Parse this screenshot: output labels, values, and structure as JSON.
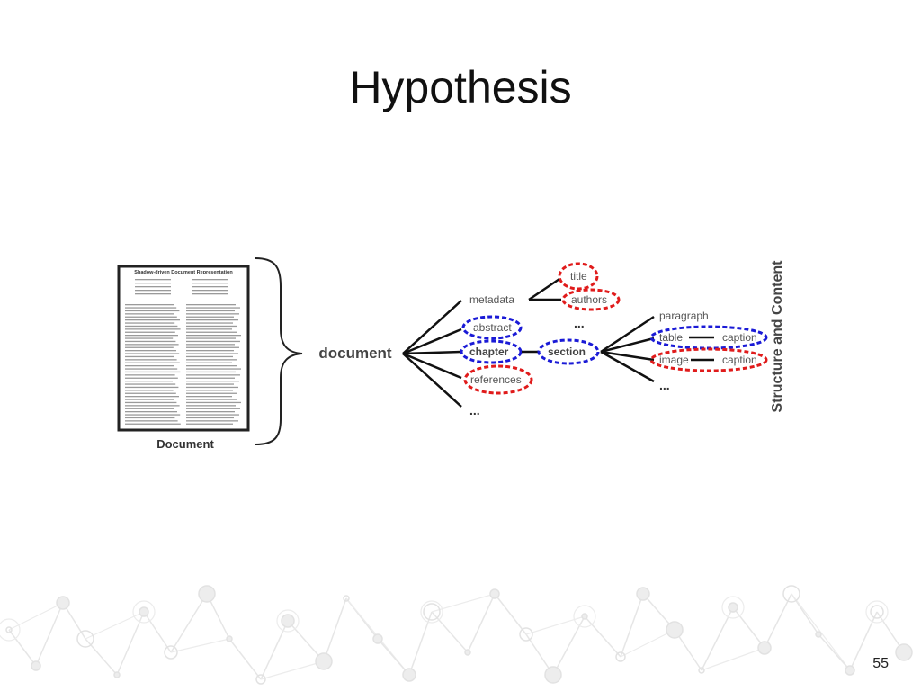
{
  "slide": {
    "title": "Hypothesis",
    "page_number": "55"
  },
  "paper_thumbnail": {
    "heading": "Shadow-driven Document Representation",
    "caption": "Document"
  },
  "diagram": {
    "root": "document",
    "side_label": "Structure and Content",
    "level1": [
      "metadata",
      "abstract",
      "chapter",
      "references",
      "..."
    ],
    "metadata_children": [
      "title",
      "authors",
      "..."
    ],
    "chapter_child": "section",
    "section_children": [
      "paragraph",
      "table",
      "image",
      "..."
    ],
    "table_child": "caption",
    "image_child": "caption",
    "highlight_colors": {
      "red": "#e01b1b",
      "blue": "#1a1ad6"
    }
  }
}
